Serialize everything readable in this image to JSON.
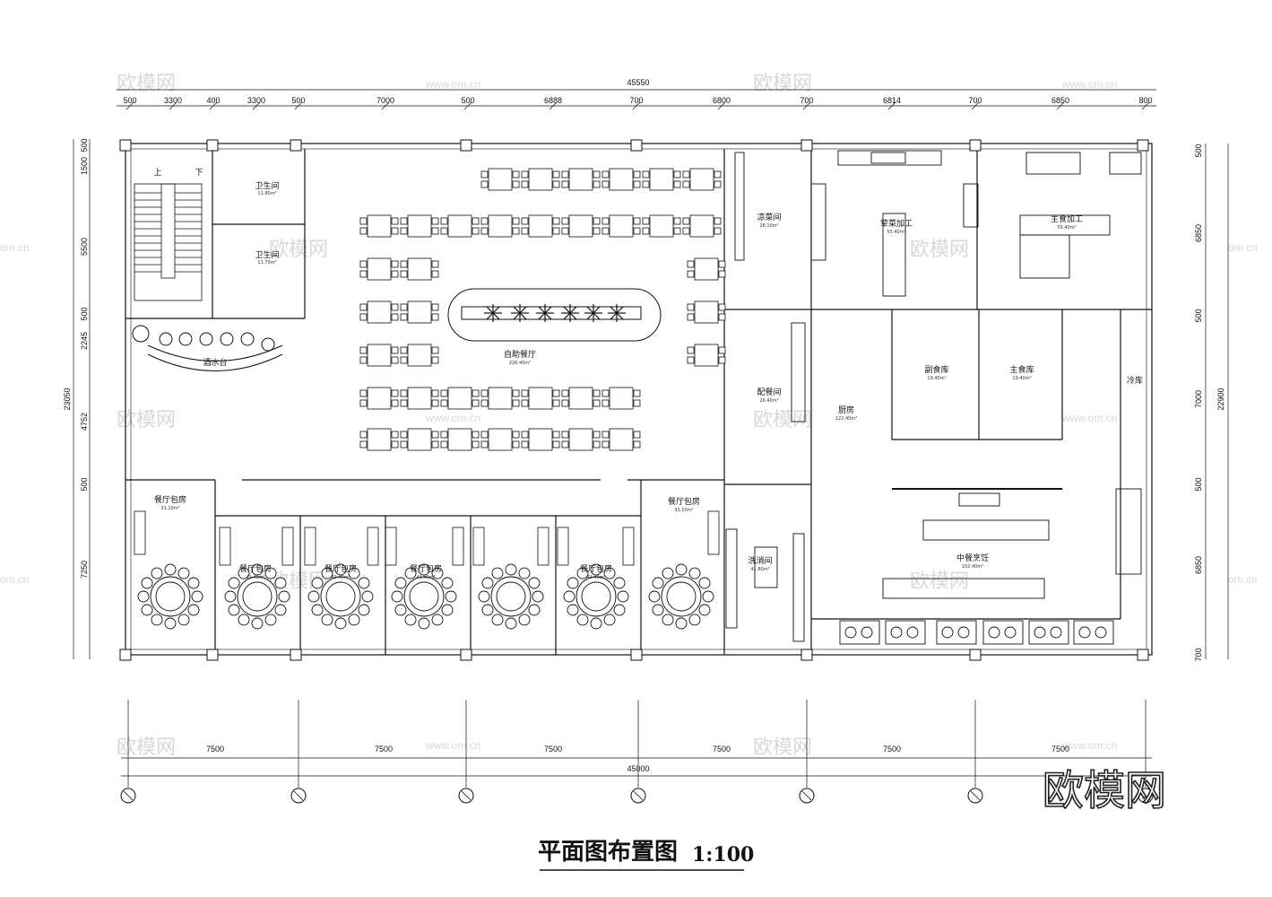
{
  "title": "平面图布置图",
  "scale": "1:100",
  "brand": "欧模网",
  "watermark": {
    "text": "欧模网",
    "url": "www.om.cn",
    "side": "om.cn"
  },
  "dims_top_total": "45550",
  "dims_top": [
    "500",
    "3300",
    "400",
    "3300",
    "500",
    "7000",
    "500",
    "6888",
    "700",
    "6800",
    "700",
    "6814",
    "700",
    "6850",
    "800"
  ],
  "dims_left_total": "23050",
  "dims_left": [
    "500",
    "1500",
    "5500",
    "500",
    "2245",
    "4752",
    "500",
    "7250"
  ],
  "dims_right_total": "22900",
  "dims_right": [
    "500",
    "6850",
    "500",
    "7000",
    "500",
    "6850",
    "700"
  ],
  "dims_bottom_total": "45000",
  "dims_bottom": [
    "7500",
    "7500",
    "7500",
    "7500",
    "7500",
    "7500"
  ],
  "stair_labels": [
    "上",
    "下"
  ],
  "rooms": {
    "toilet1": "卫生间",
    "toilet1_area": "11.80m²",
    "toilet2": "卫生间",
    "toilet2_area": "11.70m²",
    "bar": "酒水台",
    "dining": "自助餐厅",
    "dining_area": "226.40m²",
    "cold": "凉菜间",
    "cold_area": "28.10m²",
    "meat": "荤菜加工",
    "meat_area": "55.40m²",
    "staple": "主食加工",
    "staple_area": "55.40m²",
    "pantry": "配餐间",
    "pantry_area": "26.40m²",
    "corridor": "厨房",
    "corridor_area": "122.40m²",
    "sub_store": "副食库",
    "sub_store_area": "19.40m²",
    "main_store": "主食库",
    "main_store_area": "19.40m²",
    "cold_store": "冷库",
    "dish": "洗消间",
    "dish_area": "41.80m²",
    "kitchen": "中餐烹饪",
    "kitchen_area": "102.40m²",
    "vip_left": "餐厅包房",
    "vip_left_area": "31.10m²",
    "vip_right": "餐厅包房",
    "vip_right_area": "31.10m²",
    "vip1": "餐厅包房",
    "vip1_area": "41.40m²",
    "vip2": "餐厅包房",
    "vip2_area": "41.40m²",
    "vip3": "餐厅包房",
    "vip3_area": "41.40m²",
    "vip4": "餐厅包房",
    "vip4_area": "41.40m²"
  }
}
